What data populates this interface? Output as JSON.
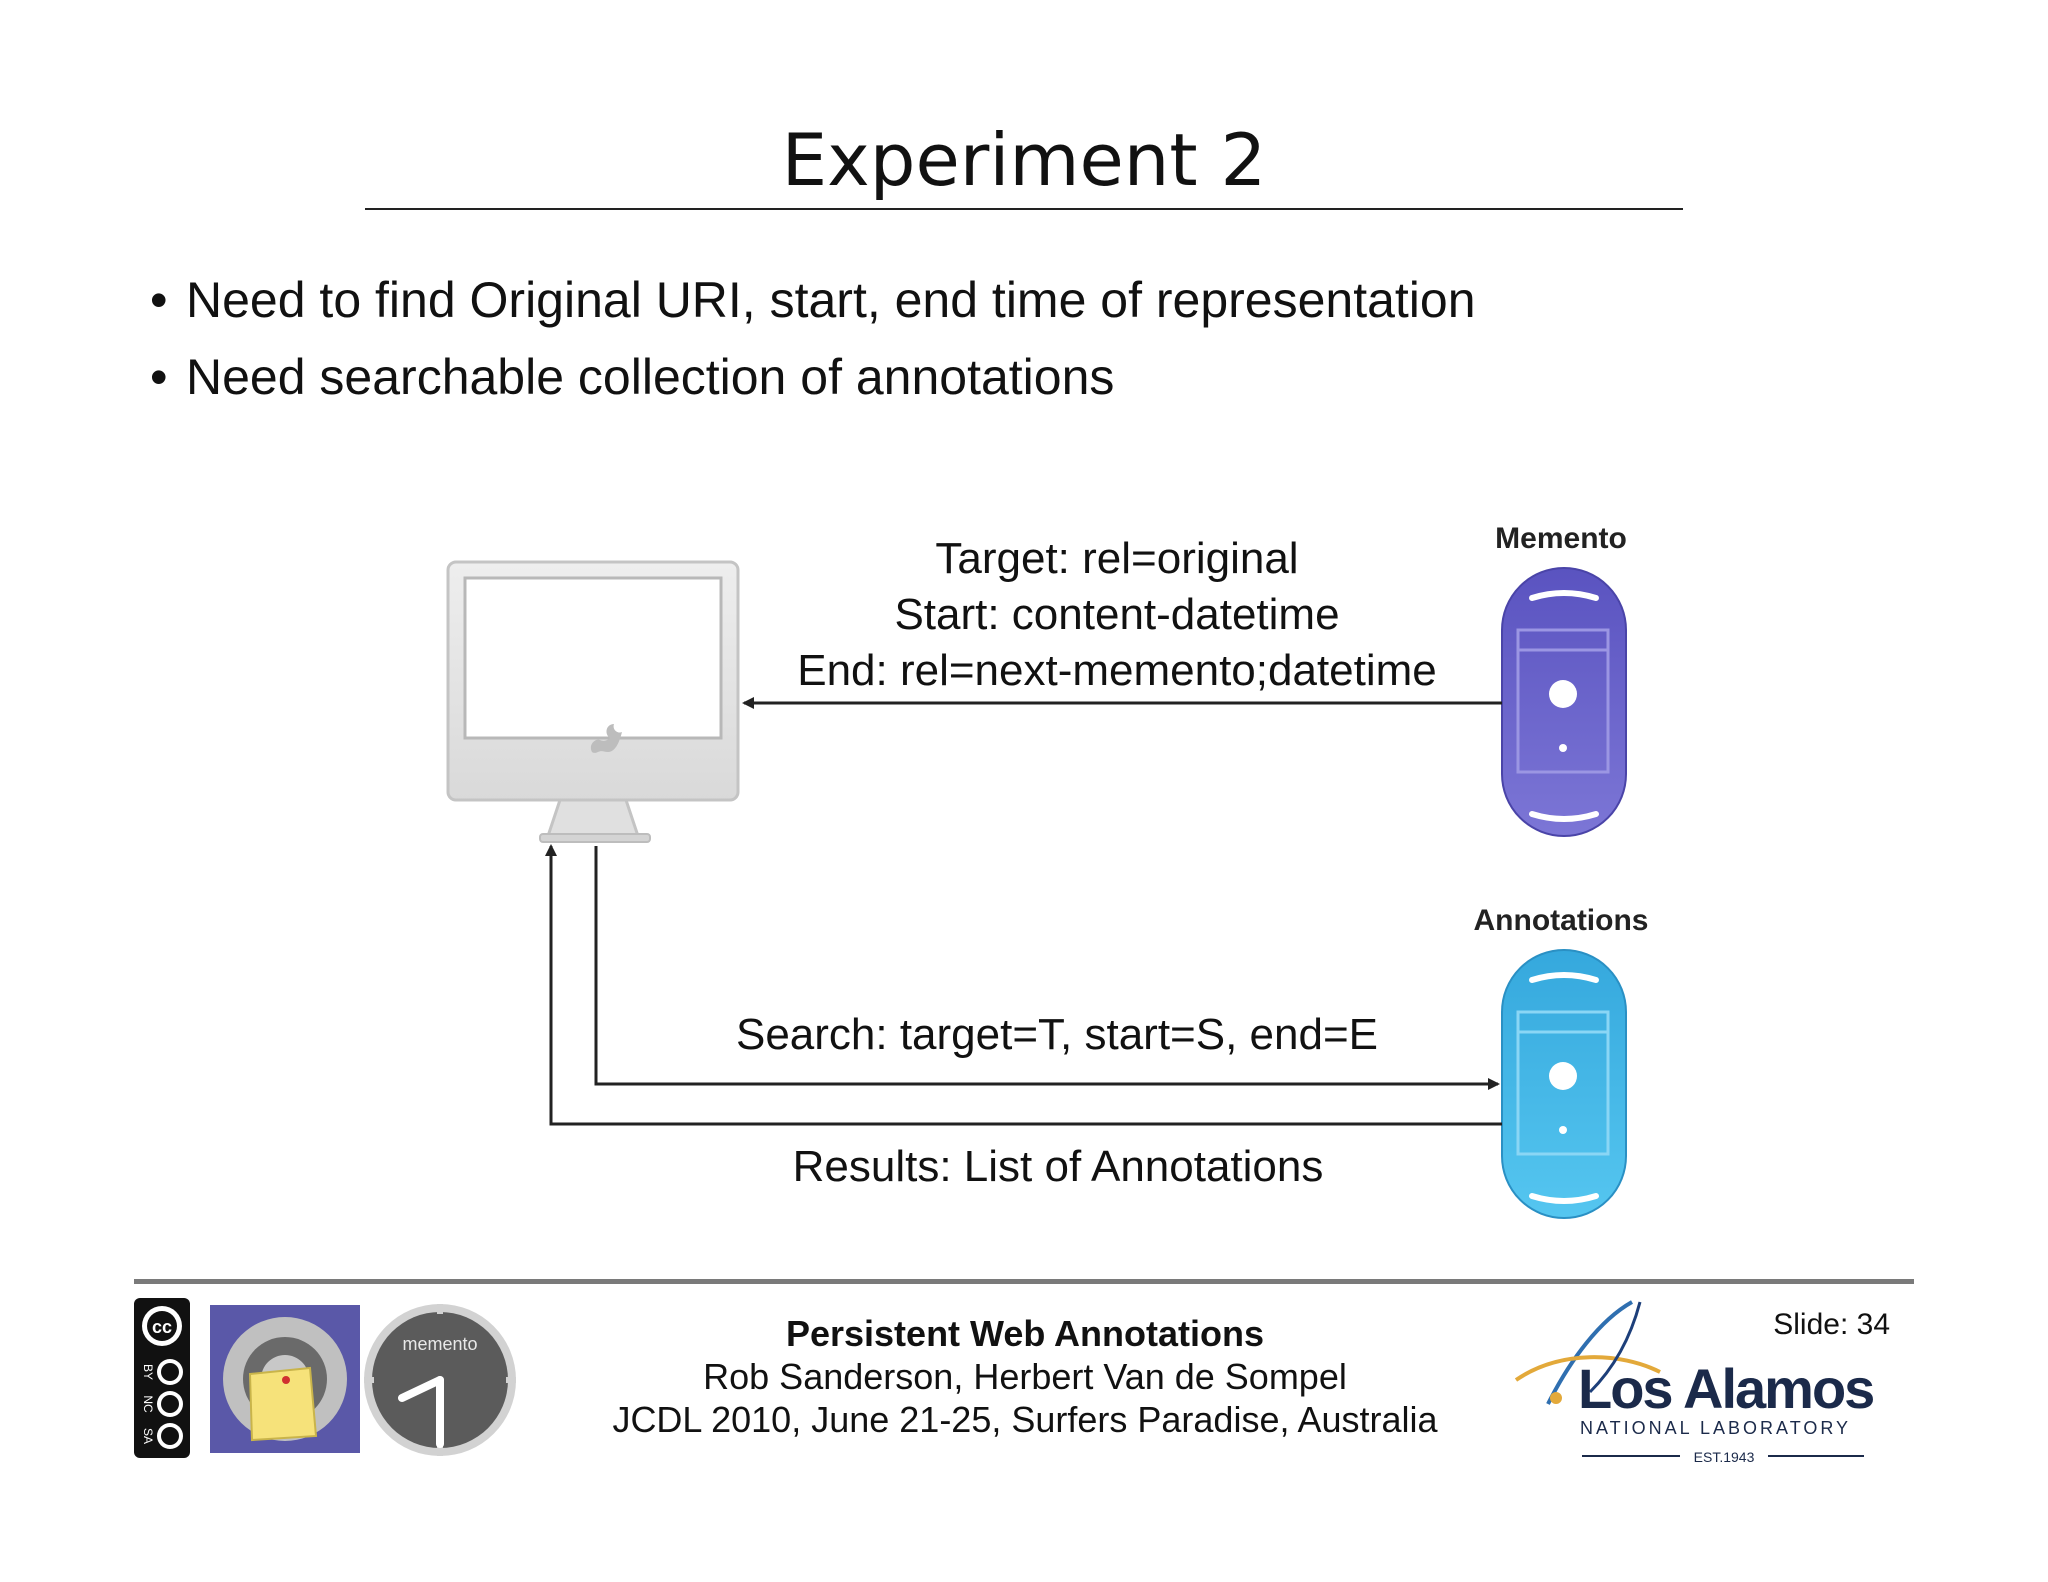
{
  "slide": {
    "title": "Experiment 2",
    "bullets": [
      "Need to find Original URI, start, end time of representation",
      "Need searchable collection of annotations"
    ]
  },
  "diagram": {
    "memento_label": "Memento",
    "annotations_label": "Annotations",
    "memento_response": {
      "line1": "Target: rel=original",
      "line2": "Start: content-datetime",
      "line3": "End: rel=next-memento;datetime"
    },
    "search_request": "Search: target=T, start=S, end=E",
    "search_results": "Results: List of Annotations",
    "colors": {
      "memento_server": "#6a63c9",
      "annotations_server": "#45b8e6",
      "arrow": "#222222",
      "computer": "#e2e2e2"
    }
  },
  "footer": {
    "conference_title": "Persistent Web Annotations",
    "authors": "Rob Sanderson, Herbert Van de Sompel",
    "event": "JCDL 2010, June 21-25, Surfers Paradise, Australia",
    "slide_number": "Slide: 34",
    "cc_license": {
      "by": "BY",
      "nc": "NC",
      "sa": "SA"
    },
    "memento_logo_text": "memento",
    "lanl_logo": {
      "name": "Los Alamos",
      "subtitle": "NATIONAL LABORATORY",
      "established": "EST.1943"
    }
  }
}
